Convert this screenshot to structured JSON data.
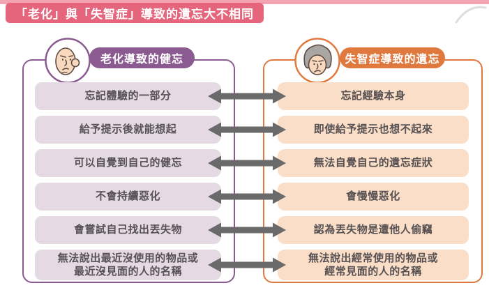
{
  "title": "「老化」與「失智症」導致的遺忘大不相同",
  "colors": {
    "title_bar": "#e5657d",
    "top_strip": "#f2a4b0",
    "aging_accent": "#8a5a90",
    "aging_row_bg": "#e5d9e4",
    "dementia_accent": "#e0793d",
    "dementia_row_bg": "#fadec7",
    "arrow": "#6a6a6a",
    "row_text": "#575153"
  },
  "left": {
    "header": "老化導致的健忘",
    "avatar": "elderly-man-face",
    "items": [
      "忘記體驗的一部分",
      "給予提示後就能想起",
      "可以自覺到自己的健忘",
      "不會持續惡化",
      "會嘗試自己找出丟失物",
      "無法說出最近沒使用的物品或\n最近沒見面的人的名稱"
    ]
  },
  "right": {
    "header": "失智症導致的遺忘",
    "avatar": "elderly-woman-face",
    "items": [
      "忘記經驗本身",
      "即使給予提示也想不起來",
      "無法自覺自己的遺忘症狀",
      "會慢慢惡化",
      "認為丟失物是遭他人偷竊",
      "無法說出經常使用的物品或\n經常見面的人的名稱"
    ]
  }
}
